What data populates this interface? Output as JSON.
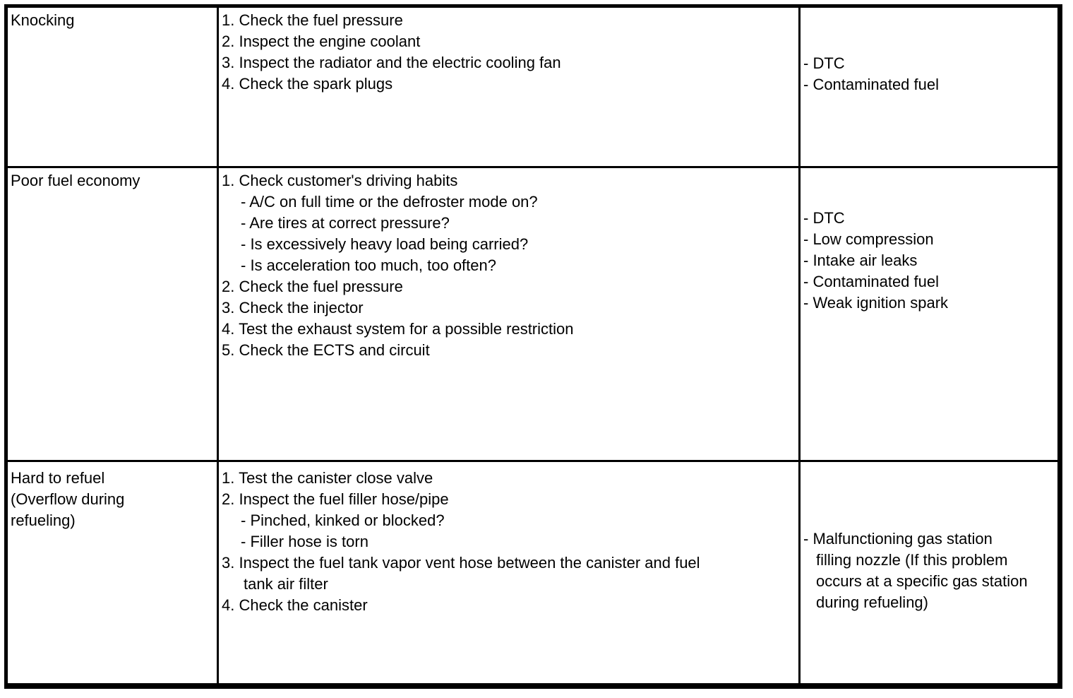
{
  "colors": {
    "background": "#ffffff",
    "border": "#000000",
    "text": "#000000"
  },
  "table": {
    "rows": [
      {
        "symptom": {
          "lines": [
            "Knocking"
          ]
        },
        "inspection": {
          "lines": [
            "1. Check the fuel pressure",
            "2. Inspect the engine coolant",
            "3. Inspect the radiator and the electric cooling fan",
            "4. Check the spark plugs"
          ]
        },
        "causes": {
          "lines": [
            "- DTC",
            "- Contaminated fuel"
          ]
        }
      },
      {
        "symptom": {
          "lines": [
            "Poor fuel economy"
          ]
        },
        "inspection": {
          "lines": [
            "1. Check customer's driving habits",
            "- A/C on full time or the defroster mode on?",
            "- Are tires at correct pressure?",
            "- Is excessively heavy load being carried?",
            "- Is acceleration too much, too often?",
            "2. Check the fuel pressure",
            "3. Check the injector",
            "4. Test the exhaust system for a possible restriction",
            "5. Check the ECTS and circuit"
          ]
        },
        "causes": {
          "lines": [
            "- DTC",
            "- Low compression",
            "- Intake air leaks",
            "- Contaminated fuel",
            "- Weak ignition spark"
          ]
        }
      },
      {
        "symptom": {
          "lines": [
            "Hard to refuel",
            "(Overflow during",
            "refueling)"
          ]
        },
        "inspection": {
          "lines": [
            "1. Test the canister close valve",
            "2. Inspect the fuel filler hose/pipe",
            "- Pinched, kinked or blocked?",
            "- Filler hose is torn",
            "3. Inspect the fuel tank vapor vent hose between the canister and fuel",
            "tank air filter",
            "4. Check the canister"
          ]
        },
        "causes": {
          "lines": [
            "- Malfunctioning gas station",
            "filling nozzle (If this problem",
            "occurs at a specific gas station",
            "during refueling)"
          ]
        }
      }
    ]
  }
}
